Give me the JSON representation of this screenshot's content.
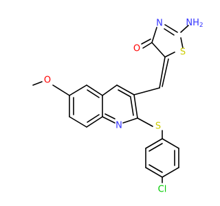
{
  "molecule": {
    "atoms": {
      "amine": {
        "text": "NH",
        "sub": "2",
        "color": "#3333ff"
      },
      "thiazole_n": {
        "text": "N",
        "color": "#3333ff"
      },
      "thiazole_s": {
        "text": "S",
        "color": "#cccc00"
      },
      "carbonyl_o": {
        "text": "O",
        "color": "#ff0000"
      },
      "methoxy_o": {
        "text": "O",
        "color": "#ff0000"
      },
      "quinoline_n": {
        "text": "N",
        "color": "#3333ff"
      },
      "thioether_s": {
        "text": "S",
        "color": "#cccc00"
      },
      "chlorine": {
        "text": "Cl",
        "color": "#00cc00"
      }
    }
  }
}
